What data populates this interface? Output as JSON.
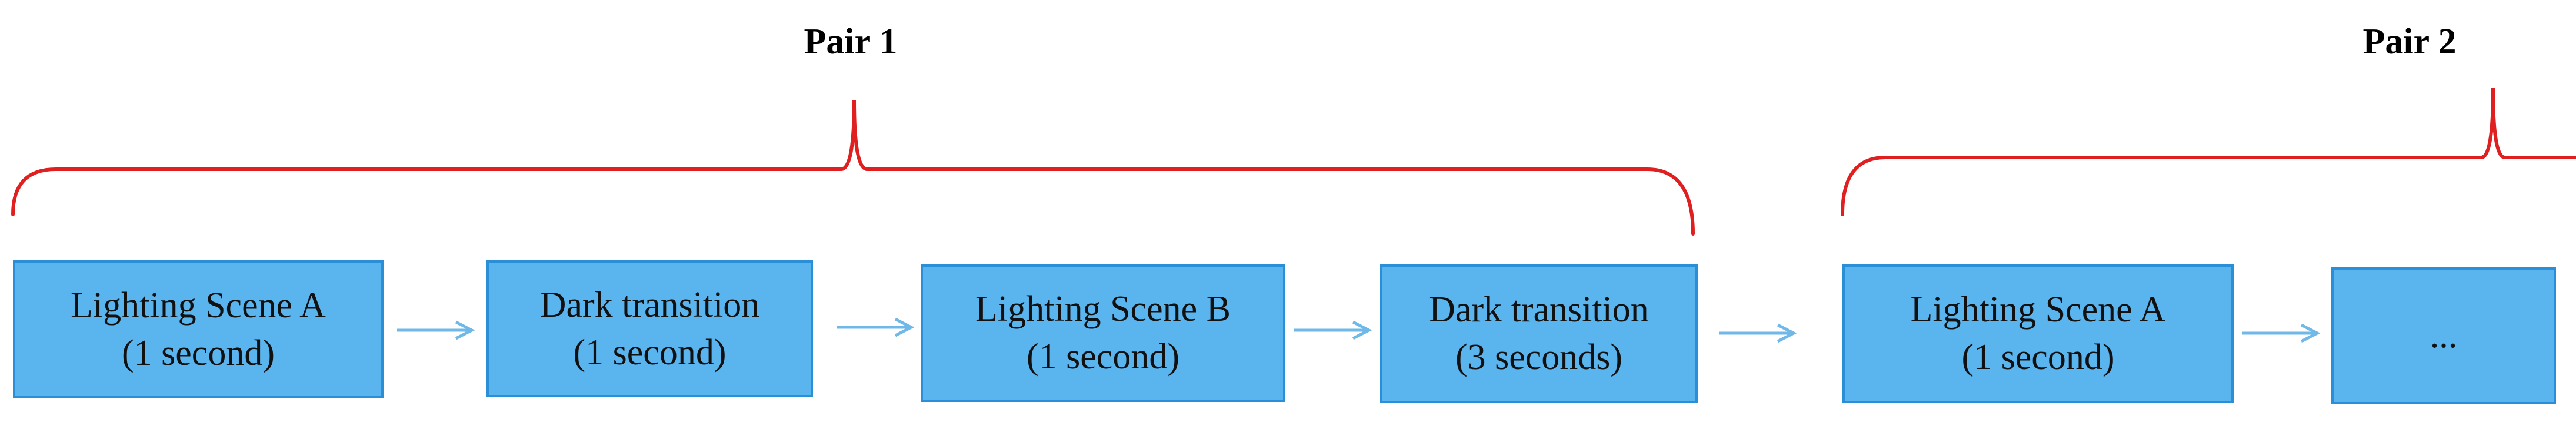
{
  "pairs": [
    {
      "label": "Pair 1"
    },
    {
      "label": "Pair 2"
    }
  ],
  "steps": [
    {
      "title": "Lighting Scene A",
      "duration": "(1 second)"
    },
    {
      "title": "Dark transition",
      "duration": "(1 second)"
    },
    {
      "title": "Lighting Scene B",
      "duration": "(1 second)"
    },
    {
      "title": "Dark transition",
      "duration": "(3 seconds)"
    },
    {
      "title": "Lighting Scene A",
      "duration": "(1 second)"
    },
    {
      "title": "...",
      "duration": ""
    }
  ],
  "colors": {
    "box_fill": "#5ab4ee",
    "box_border": "#2a8fd6",
    "arrow": "#6fb8e8",
    "brace": "#e02020"
  }
}
